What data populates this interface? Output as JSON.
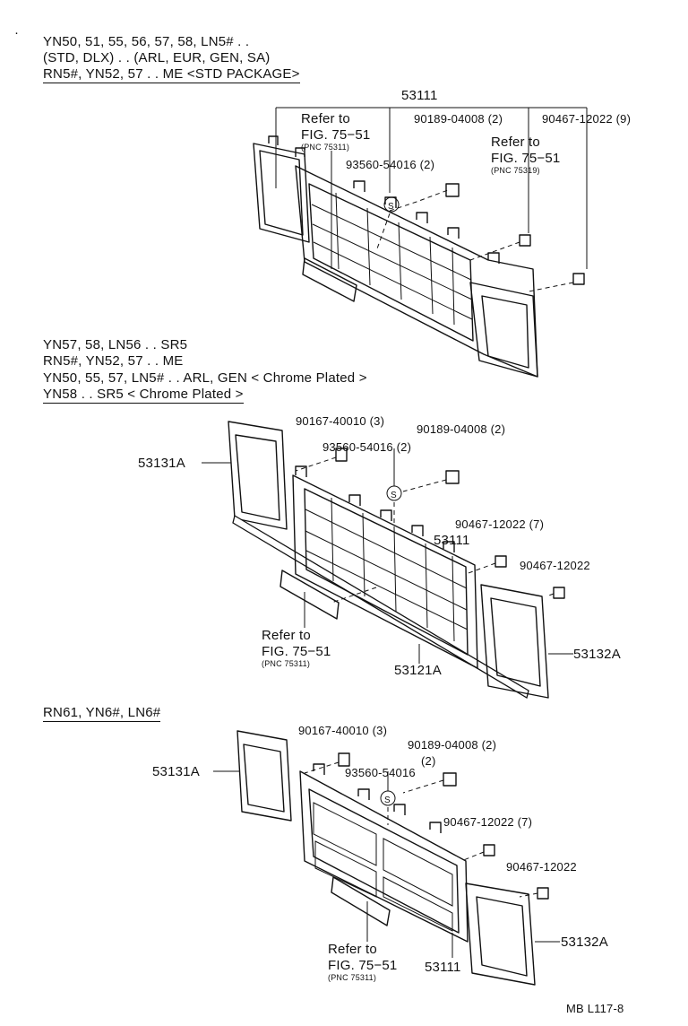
{
  "section1": {
    "heading_lines": [
      "YN50, 51, 55, 56, 57, 58, LN5# . .",
      "(STD, DLX) . . (ARL, EUR, GEN, SA)",
      "RN5#, YN52, 57 . . ME <STD PACKAGE>"
    ],
    "parts": {
      "grille": "53111",
      "clip": "90189-04008 (2)",
      "bolt": "90467-12022 (9)",
      "screw": "93560-54016 (2)"
    },
    "ref_left": {
      "line1": "Refer to",
      "line2": "FIG. 75−51",
      "pnc": "(PNC 75311)"
    },
    "ref_right": {
      "line1": "Refer to",
      "line2": "FIG. 75−51",
      "pnc": "(PNC 75319)"
    }
  },
  "section2": {
    "heading_lines": [
      "YN57, 58, LN56 . . SR5",
      "RN5#, YN52, 57 . . ME",
      "YN50, 55, 57, LN5# . . ARL, GEN < Chrome Plated >",
      "YN58 . . SR5 < Chrome Plated >"
    ],
    "parts": {
      "bolt_a": "90167-40010 (3)",
      "clip": "90189-04008 (2)",
      "screw": "93560-54016 (2)",
      "left_frame": "53131A",
      "grille": "53111",
      "bolt_b": "90467-12022 (7)",
      "bolt_c": "90467-12022",
      "molding": "53121A",
      "right_frame": "53132A"
    },
    "ref": {
      "line1": "Refer to",
      "line2": "FIG. 75−51",
      "pnc": "(PNC 75311)"
    }
  },
  "section3": {
    "heading": "RN61, YN6#, LN6#",
    "parts": {
      "bolt_a": "90167-40010 (3)",
      "clip": "90189-04008 (2)",
      "screw_qty": "(2)",
      "screw": "93560-54016",
      "left_frame": "53131A",
      "bolt_b": "90467-12022 (7)",
      "bolt_c": "90467-12022",
      "right_frame": "53132A",
      "grille": "53111"
    },
    "ref": {
      "line1": "Refer to",
      "line2": "FIG. 75−51",
      "pnc": "(PNC 75311)"
    }
  },
  "symbols": {
    "screw_mark": "S"
  },
  "figure_code": "MB L117-8"
}
